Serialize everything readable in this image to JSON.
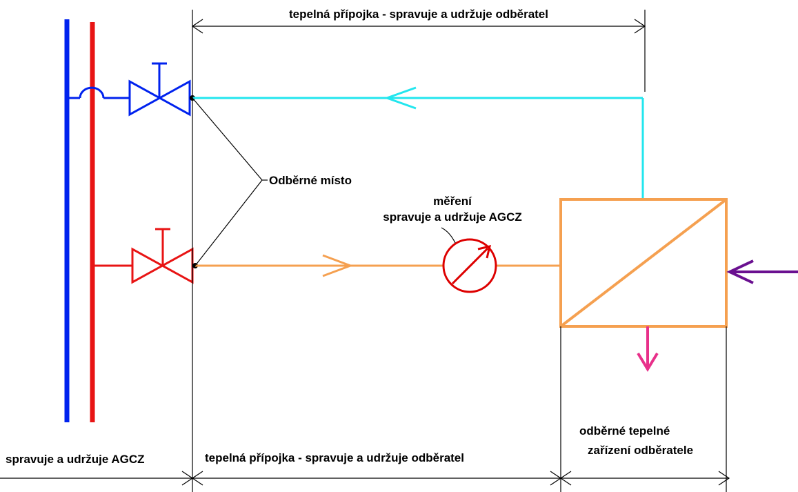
{
  "labels": {
    "top_dimension": "tepelná přípojka - spravuje a udržuje odběratel",
    "supply_point": "Odběrné místo",
    "metering_line1": "měření",
    "metering_line2": "spravuje a udržuje AGCZ",
    "bottom_left": "spravuje a udržuje AGCZ",
    "bottom_middle": "tepelná přípojka - spravuje a udržuje odběratel",
    "bottom_right_line1": "odběrné tepelné",
    "bottom_right_line2": "zařízení odběratele"
  },
  "colors": {
    "return_main": "#0022ee",
    "supply_main": "#e81414",
    "return_connection": "#22e6ee",
    "supply_connection": "#f5a050",
    "meter": "#dd0000",
    "exchanger": "#f5a050",
    "secondary_inlet": "#6a1090",
    "secondary_outlet": "#e8308a",
    "dimension_lines": "#000000"
  }
}
